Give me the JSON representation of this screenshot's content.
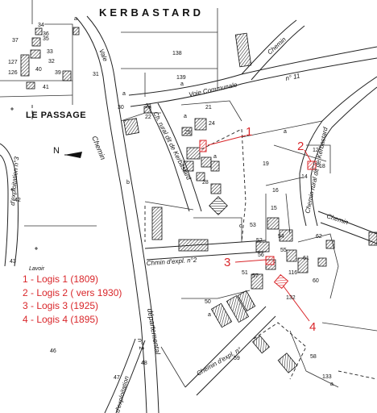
{
  "place_labels": {
    "kerbastard": "KERBASTARD",
    "le_passage": "LE PASSAGE",
    "north": "N"
  },
  "road_labels": {
    "voie_communale": "Voie  Communale",
    "n11": "n° 11",
    "chemin_top": "Chemin",
    "vale": "Vale",
    "chemin_left": "Chemin",
    "expl_n3": "d'exploitation n°3",
    "dit_kerbastard": "Ch. rural dit de Kerbastard",
    "rural_kerbastard_right": "Chemin rural dit de Kerbastard",
    "ch_expl_n2": "Chmin d'expl. n°2",
    "departemental": "départemental",
    "n2_left": "n° 2",
    "chemin_dexpl_bottom": "Chemin  d'expl. n°",
    "expl_bottom_left": "d'exploitation",
    "chemin_right": "Chemin",
    "lavoir": "Lavoir"
  },
  "parcel_numbers": {
    "p138": "138",
    "p139": "139",
    "p139a": "a",
    "p37": "37",
    "p34": "34",
    "p35": "35",
    "p36": "36",
    "p33": "33",
    "p32": "32",
    "p127": "127",
    "p126": "126",
    "p40": "40",
    "p39": "39",
    "p41": "41",
    "p31": "31",
    "p30": "30",
    "p23": "23",
    "p22": "22",
    "p21": "21",
    "p24": "24",
    "p25": "25",
    "p28": "28",
    "p19": "19",
    "p12": "12",
    "p18": "18",
    "p14": "14",
    "p16": "16",
    "p15": "15",
    "p53": "53",
    "p52": "52",
    "p54": "54",
    "p56": "56",
    "p55": "55",
    "p57": "57",
    "p58": "58",
    "p61": "61",
    "p62": "62",
    "p60": "60",
    "p116": "116",
    "p132": "132",
    "p50": "50",
    "p42": "42",
    "p43": "43",
    "p46": "46",
    "p47": "47",
    "p48": "48",
    "p59": "59",
    "p133": "133",
    "p51": "51",
    "a1": "a",
    "a2": "a",
    "a3": "a",
    "a4": "a",
    "a5": "a",
    "a6": "a",
    "a7": "a",
    "b1": "b",
    "c1": "c"
  },
  "callouts": [
    "1",
    "2",
    "3",
    "4"
  ],
  "legend": {
    "items": [
      "1 - Logis 1 (1809)",
      "2 - Logis 2 ( vers 1930)",
      "3 - Logis 3 (1925)",
      "4 - Logis 4 (1895)"
    ]
  },
  "colors": {
    "ink": "#1a1a1a",
    "accent": "#d9262a",
    "hatch": "#222222"
  }
}
